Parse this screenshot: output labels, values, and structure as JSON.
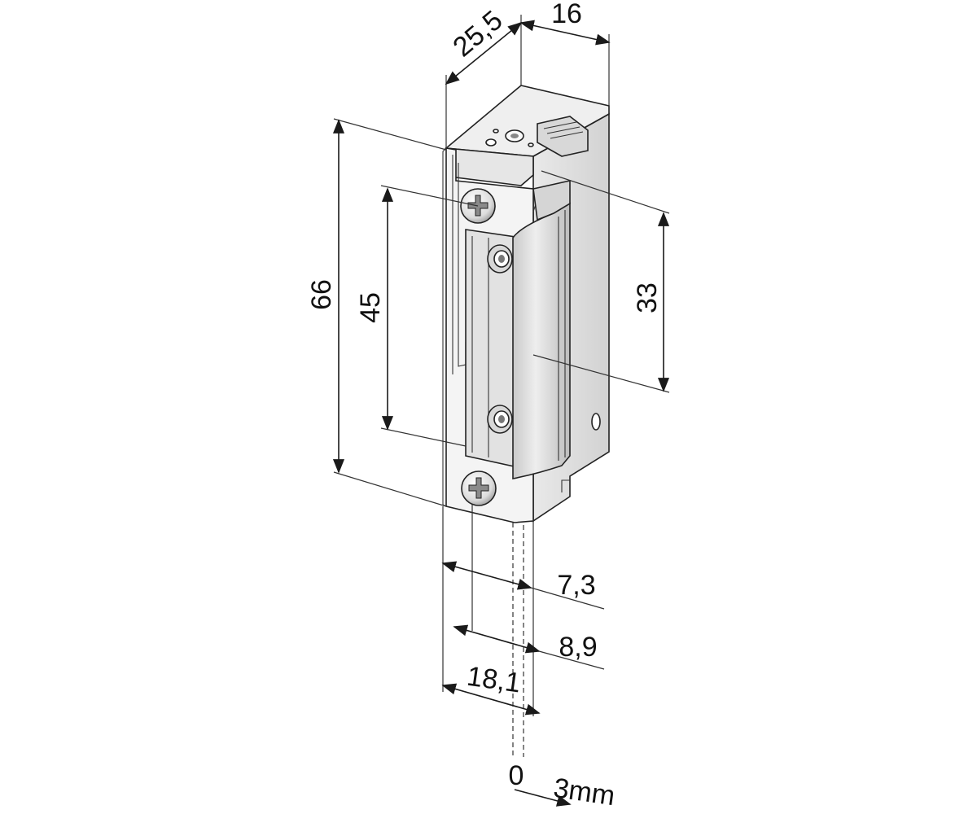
{
  "dimensions": {
    "depth": "25,5",
    "width_top": "16",
    "overall_height": "66",
    "screw_spacing": "45",
    "latch_height": "33",
    "offset_a": "7,3",
    "offset_b": "8,9",
    "faceplate_width": "18,1"
  },
  "adjustment": {
    "start": "0",
    "end": "3mm"
  },
  "colors": {
    "line": "#1a1a1a",
    "face_light": "#f3f3f3",
    "face_mid": "#dcdcdc",
    "face_dark": "#bdbdbd"
  }
}
